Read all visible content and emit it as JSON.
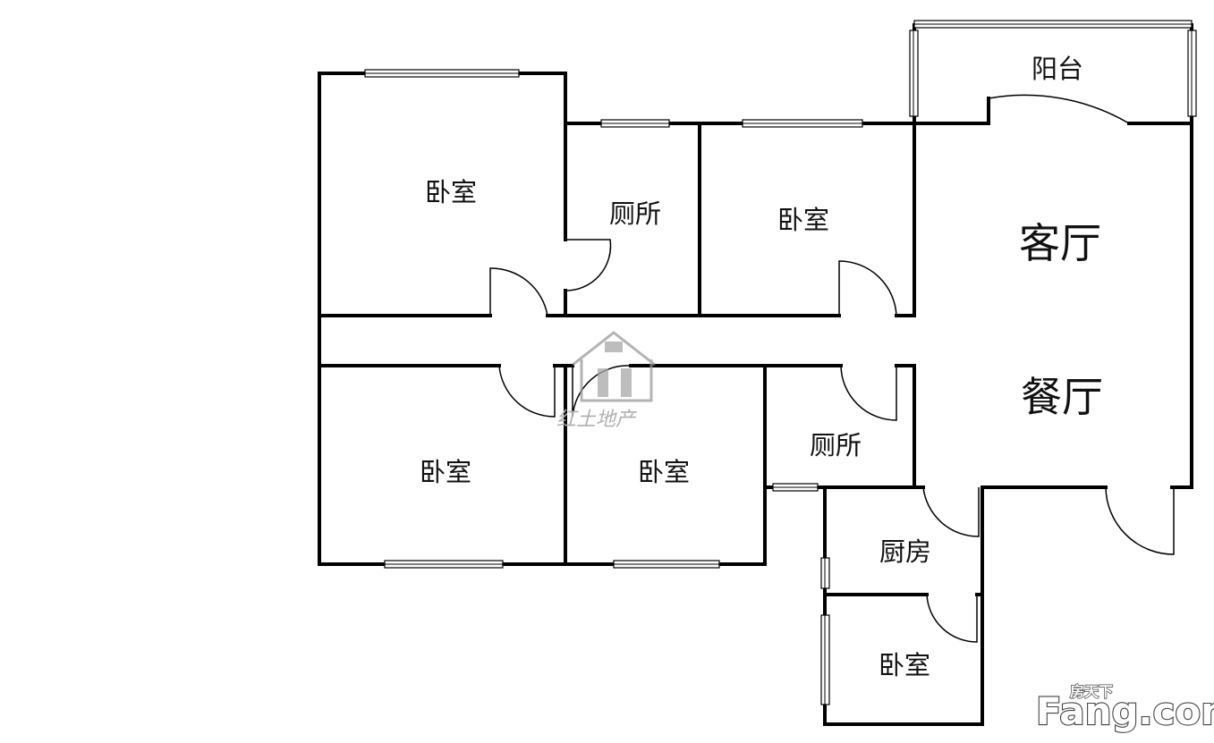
{
  "rooms": {
    "balcony": "阳台",
    "bedroom_nw": "卧室",
    "toilet_n": "厕所",
    "bedroom_n": "卧室",
    "living": "客厅",
    "dining": "餐厅",
    "bedroom_sw": "卧室",
    "bedroom_s": "卧室",
    "toilet_s": "厕所",
    "kitchen": "厨房",
    "bedroom_se": "卧室"
  },
  "watermark": {
    "logo_icon": "house-logo-icon",
    "logo_text": "红土地产"
  },
  "brand": {
    "name": "Fang.com",
    "cn": "房天下"
  }
}
